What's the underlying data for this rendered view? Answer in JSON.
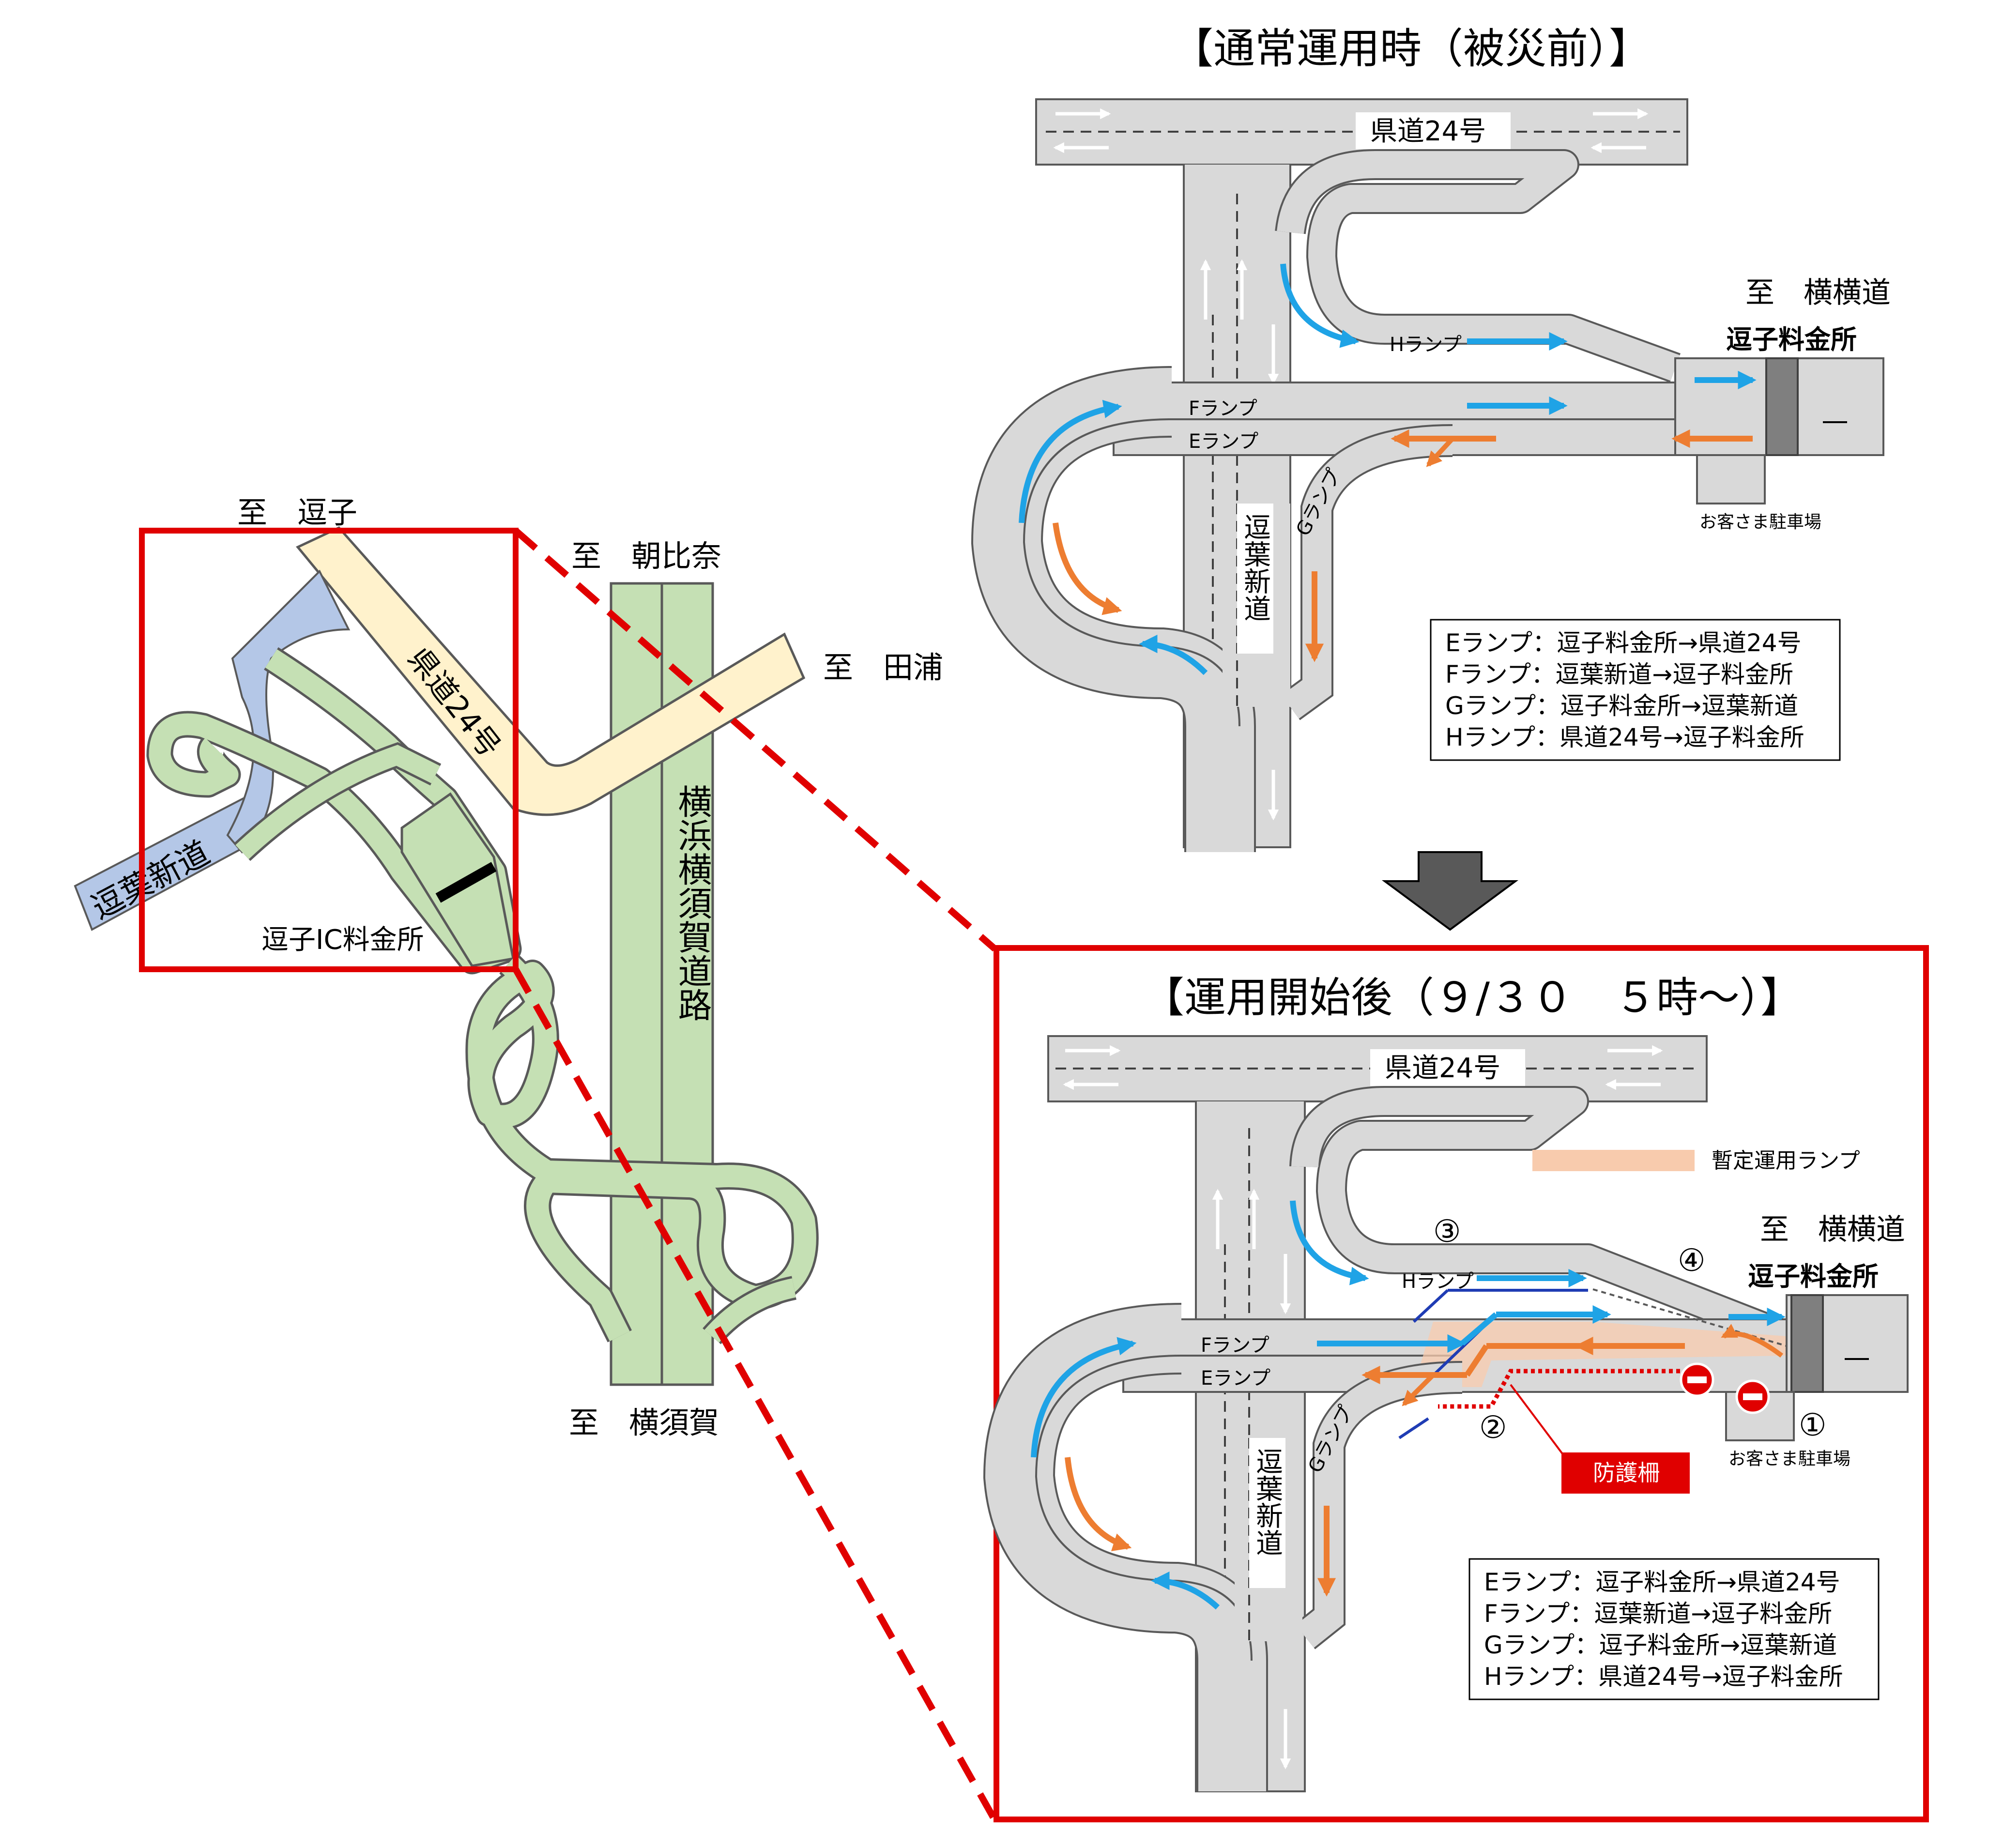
{
  "overview": {
    "to_zushi": "至　逗子",
    "to_asahina": "至　朝比奈",
    "to_taura": "至　田浦",
    "to_yokosuka": "至　横須賀",
    "prefectural_road": "県道24号",
    "zuyo_road": "逗葉新道",
    "yokohama_yokosuka_road": "横浜横須賀道路",
    "tollgate": "逗子IC料金所"
  },
  "before": {
    "title": "【通常運用時（被災前）】",
    "road_24": "県道24号",
    "to_yokoyoko": "至　横横道",
    "tollgate": "逗子料金所",
    "h_ramp": "Hランプ",
    "f_ramp": "Fランプ",
    "e_ramp": "Eランプ",
    "g_ramp": "Gランプ",
    "zuyo_vertical": "逗葉新道",
    "parking": "お客さま駐車場",
    "legend": [
      "Eランプ：逗子料金所→県道24号",
      "Fランプ：逗葉新道→逗子料金所",
      "Gランプ：逗子料金所→逗葉新道",
      "Hランプ：県道24号→逗子料金所"
    ]
  },
  "after": {
    "title": "【運用開始後（９/３０　５時～）】",
    "road_24": "県道24号",
    "to_yokoyoko": "至　横横道",
    "tollgate": "逗子料金所",
    "h_ramp": "Hランプ",
    "f_ramp": "Fランプ",
    "e_ramp": "Eランプ",
    "g_ramp": "Gランプ",
    "zuyo_vertical": "逗葉新道",
    "parking": "お客さま駐車場",
    "temp_ramp_legend": "暫定運用ランプ",
    "guard_fence": "防護柵",
    "num1": "①",
    "num2": "②",
    "num3": "③",
    "num4": "④",
    "legend": [
      "Eランプ：逗子料金所→県道24号",
      "Fランプ：逗葉新道→逗子料金所",
      "Gランプ：逗子料金所→逗葉新道",
      "Hランプ：県道24号→逗子料金所"
    ]
  },
  "colors": {
    "road_gray": "#d9d9d9",
    "outline": "#595959",
    "blue_arrow": "#1fa3e6",
    "orange_arrow": "#ed7d31",
    "red_frame": "#e00000",
    "green_road": "#c5e0b4",
    "yellow_road": "#fff2cc",
    "blue_road": "#b4c7e7",
    "temp_ramp": "#f8cbad"
  }
}
